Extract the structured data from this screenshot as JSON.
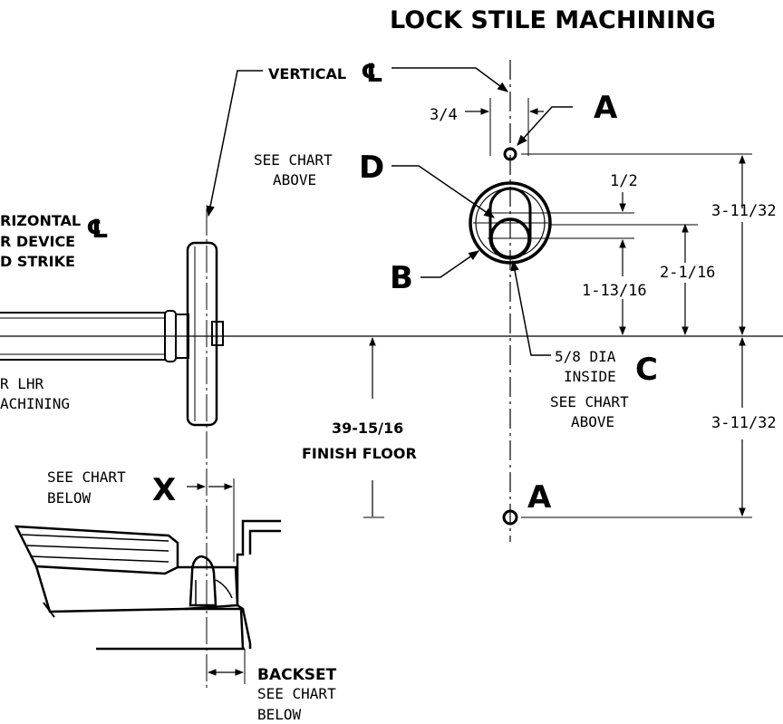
{
  "title": "LOCK STILE MACHINING",
  "vertical_cl_label": "VERTICAL",
  "cl_symbol": "℄",
  "horizontal_cl": [
    "RIZONTAL",
    "R DEVICE",
    "D STRIKE"
  ],
  "rhr_lhr": [
    "R LHR",
    "ACHINING"
  ],
  "dim_3_4": "3/4",
  "label_A_top": "A",
  "label_A_bottom": "A",
  "see_chart_above_d": [
    "SEE CHART",
    "ABOVE"
  ],
  "label_D": "D",
  "dim_1_2": "1/2",
  "dim_3_11_32_top": "3-11/32",
  "dim_3_11_32_bottom": "3-11/32",
  "label_B": "B",
  "dim_2_1_16": "2-1/16",
  "dim_1_13_16": "1-13/16",
  "dia_text": [
    "5/8 DIA",
    "INSIDE"
  ],
  "label_C": "C",
  "see_chart_above_c": [
    "SEE CHART",
    "ABOVE"
  ],
  "dim_39_15_16": "39-15/16",
  "finish_floor": "FINISH FLOOR",
  "see_chart_below_x": [
    "SEE CHART",
    "BELOW"
  ],
  "label_X": "X",
  "backset": "BACKSET",
  "see_chart_below_backset": [
    "SEE CHART",
    "BELOW"
  ]
}
